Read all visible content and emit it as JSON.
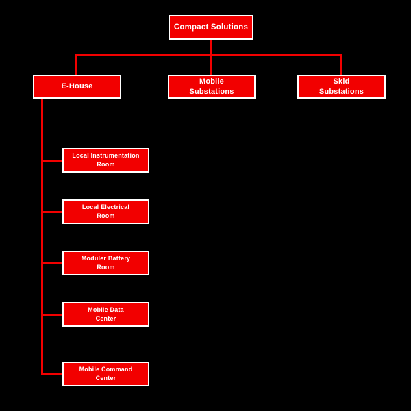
{
  "diagram": {
    "type": "org-chart",
    "colors": {
      "background": "#000000",
      "node_fill": "#F20000",
      "node_border": "#FFFFFF",
      "connector": "#F20000",
      "text": "#FFFFFF"
    },
    "root": {
      "label": "Compact Solutions"
    },
    "level2": [
      {
        "label": "E-House"
      },
      {
        "label": "Mobile\nSubstations"
      },
      {
        "label": "Skid\nSubstations"
      }
    ],
    "ehouse_children": [
      {
        "label": "Local Instrumentation\nRoom"
      },
      {
        "label": "Local Electrical\nRoom"
      },
      {
        "label": "Moduler Battery\nRoom"
      },
      {
        "label": "Mobile Data\nCenter"
      },
      {
        "label": "Mobile Command\nCenter"
      }
    ]
  }
}
